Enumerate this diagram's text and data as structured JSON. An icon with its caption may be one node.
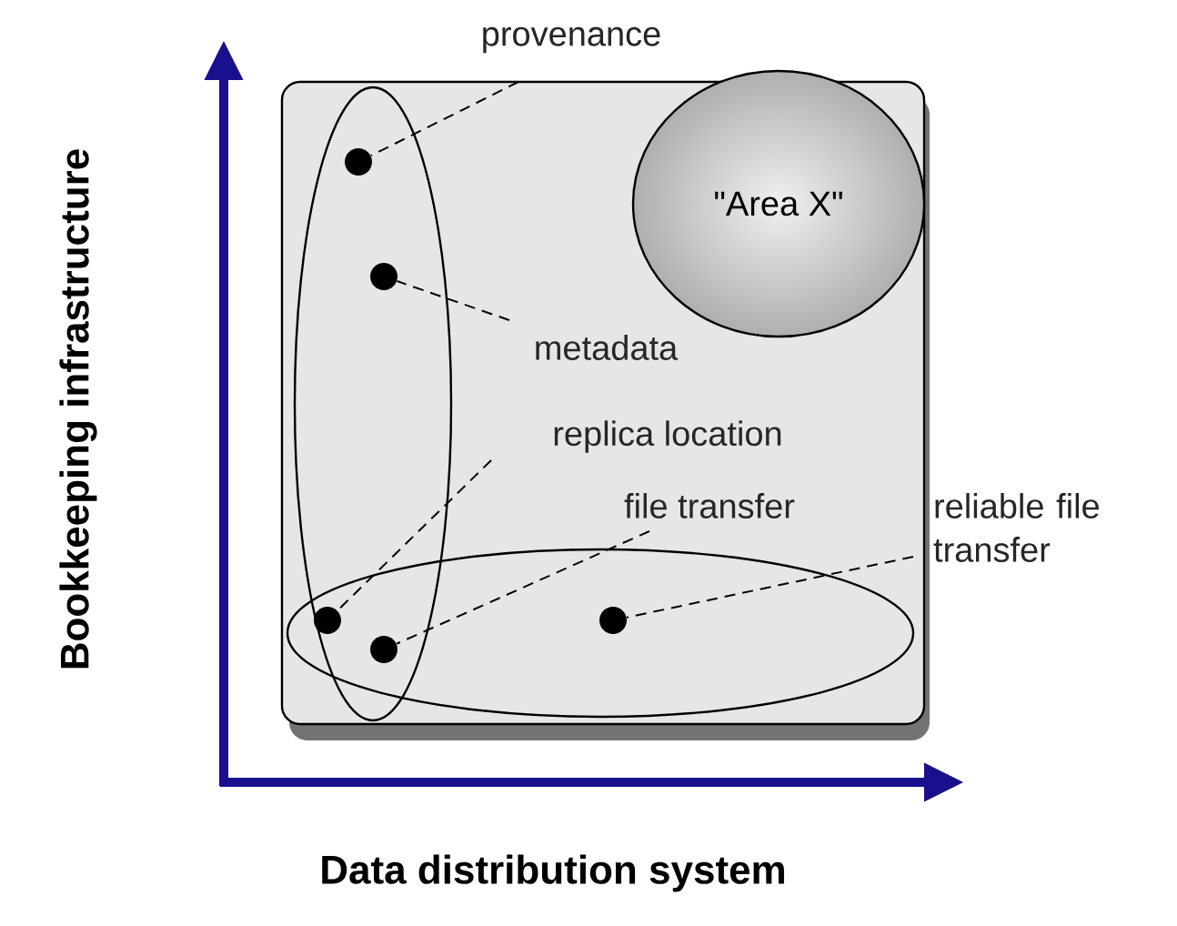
{
  "diagram": {
    "nodes": [
      {
        "text": [],
        "shape": "box"
      },
      {
        "text": [
          "\"Area X\""
        ],
        "in": 0
      },
      {
        "text": [],
        "shape": "ellipse",
        "in": 0
      },
      {
        "text": [],
        "shape": "ellipse",
        "in": 0
      },
      {
        "text": [],
        "shape": "circle",
        "in": 2
      },
      {
        "text": [],
        "shape": "circle",
        "in": 2
      },
      {
        "text": [],
        "shape": "circle"
      },
      {
        "text": [],
        "shape": "circle"
      },
      {
        "text": [],
        "shape": "circle",
        "in": 3
      },
      {
        "text": [
          "provenance"
        ]
      },
      {
        "text": [
          "metadata"
        ],
        "in": 0
      },
      {
        "text": [
          "replica location"
        ],
        "in": 0
      },
      {
        "text": [
          "file transfer"
        ],
        "in": 0
      },
      {
        "text": [
          "reliable file transfer"
        ]
      }
    ],
    "edges": [
      {
        "from": 9,
        "to": 4,
        "arrow": "none",
        "style": "dashed"
      },
      {
        "from": 10,
        "to": 5,
        "arrow": "none",
        "style": "dashed"
      },
      {
        "from": 11,
        "to": 6,
        "arrow": "none",
        "style": "dashed"
      },
      {
        "from": 12,
        "to": 7,
        "arrow": "none",
        "style": "dashed"
      },
      {
        "from": 13,
        "to": 8,
        "arrow": "none",
        "style": "dashed"
      }
    ],
    "labels": [
      "Bookkeeping infrastructure",
      "Data distribution system"
    ]
  }
}
